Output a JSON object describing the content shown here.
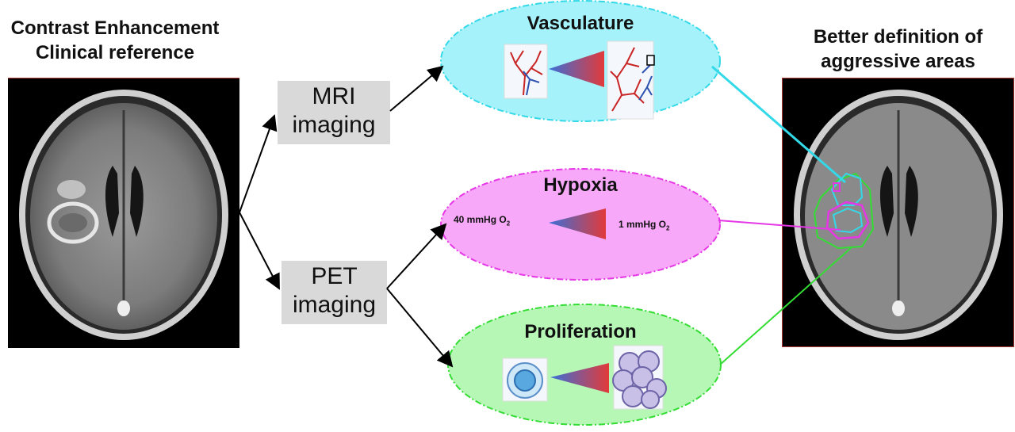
{
  "left": {
    "title_line1": "Contrast Enhancement",
    "title_line2": "Clinical reference"
  },
  "right": {
    "title_line1": "Better definition of",
    "title_line2": "aggressive areas"
  },
  "modalities": {
    "mri_line1": "MRI",
    "mri_line2": "imaging",
    "pet_line1": "PET",
    "pet_line2": "imaging"
  },
  "biomarkers": {
    "vasculature": "Vasculature",
    "hypoxia": "Hypoxia",
    "proliferation": "Proliferation",
    "hypoxia_high": "40 mmHg O",
    "hypoxia_low": "1 mmHg O",
    "o2_sub": "2"
  },
  "colors": {
    "vasculature": "#33d9e8",
    "vasculature_fill": "#a6f2fa",
    "hypoxia": "#e637e6",
    "hypoxia_fill": "#f8a8f8",
    "proliferation": "#33dd33",
    "proliferation_fill": "#b6f7b6",
    "box": "#d9d9d9"
  },
  "icons": [
    "brain-mri-icon",
    "vessel-tree-icon",
    "gradient-triangle-icon",
    "single-cell-icon",
    "cell-cluster-icon"
  ]
}
